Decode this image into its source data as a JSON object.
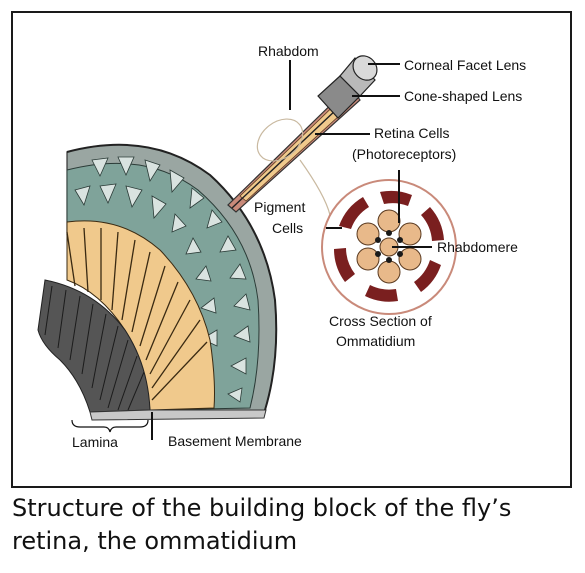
{
  "labels": {
    "rhabdom": "Rhabdom",
    "corneal_facet_lens": "Corneal Facet Lens",
    "cone_shaped_lens": "Cone-shaped Lens",
    "retina_cells_line1": "Retina Cells",
    "retina_cells_line2": "(Photoreceptors)",
    "pigment_cells_line1": "Pigment",
    "pigment_cells_line2": "Cells",
    "rhabdomere": "Rhabdomere",
    "cross_section_line1": "Cross Section of",
    "cross_section_line2": "Ommatidium",
    "lamina": "Lamina",
    "basement_membrane": "Basement Membrane"
  },
  "caption": {
    "line1": "Structure of the building block of the fly’s",
    "line2": "retina, the ommatidium"
  },
  "colors": {
    "tan": "#f0c98c",
    "teal": "#7fa39a",
    "dark_grey": "#555555",
    "light_grey": "#c8c8c8",
    "maroon": "#7a1f1f",
    "pink": "#c98a7a"
  }
}
